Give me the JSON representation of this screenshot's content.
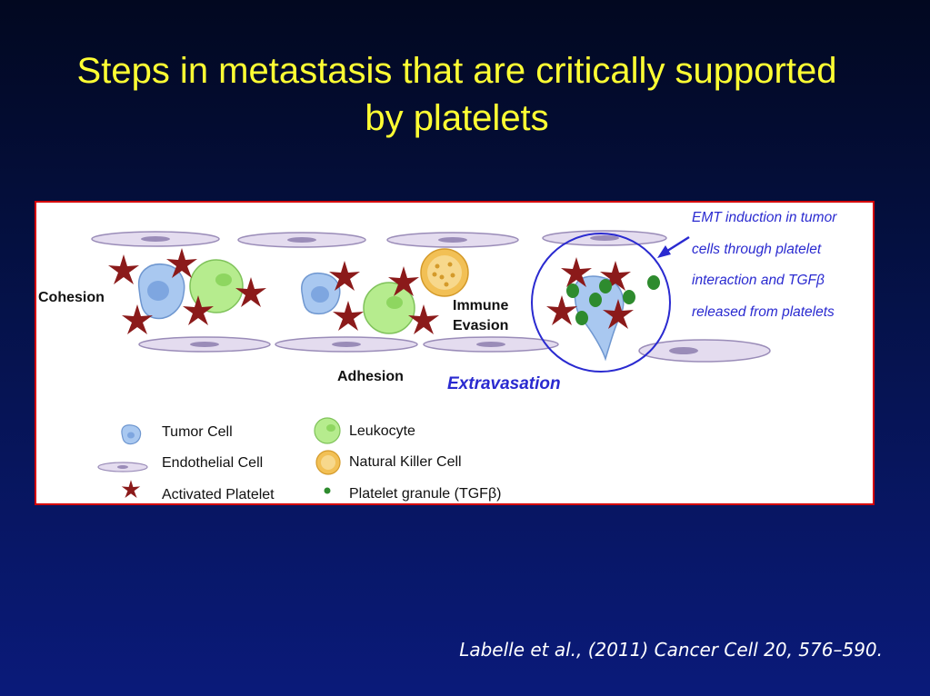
{
  "slide": {
    "title_line1": "Steps in metastasis that are critically supported",
    "title_line2": "by platelets",
    "citation": "Labelle et al., (2011) Cancer Cell 20, 576–590."
  },
  "figure": {
    "stages": {
      "cohesion": "Cohesion",
      "adhesion": "Adhesion",
      "immune_line1": "Immune",
      "immune_line2": "Evasion",
      "extravasation": "Extravasation"
    },
    "emt_note": {
      "line1": "EMT induction in tumor",
      "line2": "cells through platelet",
      "line3": "interaction and TGFβ",
      "line4": "released from platelets"
    },
    "legend": {
      "tumor_cell": "Tumor Cell",
      "endothelial_cell": "Endothelial Cell",
      "activated_platelet": "Activated Platelet",
      "leukocyte": "Leukocyte",
      "nk_cell": "Natural Killer Cell",
      "platelet_granule": "Platelet granule (TGFβ)"
    },
    "colors": {
      "platelet": "#8b1a1a",
      "tumor": "#a9c8f0",
      "leukocyte": "#b6ec8e",
      "nk_cell": "#f2c055",
      "endothelium": "#e4dcef",
      "granule": "#2e8b2e",
      "accent_blue": "#2a2ad0"
    }
  }
}
